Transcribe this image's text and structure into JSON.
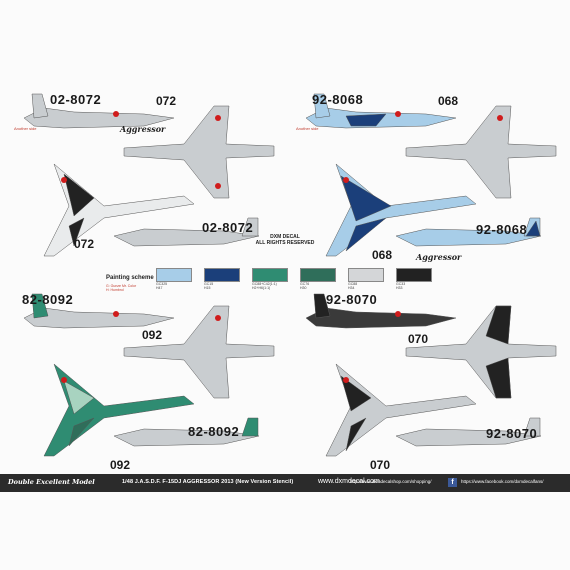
{
  "sheet": {
    "serials": {
      "q1": {
        "side": "02-8072",
        "nose": "072",
        "nose_lower": "072",
        "bottom": "02-8072"
      },
      "q2": {
        "side": "92-8068",
        "nose": "068",
        "nose_lower": "068",
        "bottom": "92-8068"
      },
      "q3": {
        "side": "82-8092",
        "nose": "092",
        "nose_lower": "092",
        "bottom": "82-8092"
      },
      "q4": {
        "side": "92-8070",
        "nose": "070",
        "nose_lower": "070",
        "bottom": "92-8070"
      }
    },
    "another_side": "Another side",
    "aggressor": "Aggressor",
    "center_logo_line1": "DXM DECAL",
    "center_logo_line2": "ALL RIGHTS RESERVED"
  },
  "painting_scheme": {
    "title": "Painting scheme",
    "swatches": [
      {
        "color": "#a7cde8",
        "label1": "GC325",
        "label2": "H47"
      },
      {
        "color": "#1b3f7a",
        "label1": "GC15",
        "label2": "H15"
      },
      {
        "color": "#2f8c72",
        "label1": "GC88+C42(1:1)",
        "label2": "H2+H6(1:1)"
      },
      {
        "color": "#2f6e5a",
        "label1": "GC76",
        "label2": "H30"
      },
      {
        "color": "#d4d6d8",
        "label1": "GC88",
        "label2": "H34"
      },
      {
        "color": "#222222",
        "label1": "GC33",
        "label2": "H33"
      }
    ],
    "note_line1": "G: Gunze Mr. Color",
    "note_line2": "H: Humbrol"
  },
  "footer": {
    "brand": "Double Excellent Model",
    "product": "1/48 J.A.S.D.F. F-15DJ AGGRESSOR 2013 (New Version Stencil)",
    "site": "www.dxmdecal.com",
    "shop": "http://www.dxmdecalshop.com/shopping/",
    "fb_icon": "f",
    "fb_url": "https://www.facebook.com/dxmdecalfans/"
  },
  "colors": {
    "ghost_gray": "#c9cdd0",
    "light_blue": "#a7cde8",
    "dark_blue": "#1b3f7a",
    "green": "#2f8c72",
    "black": "#222222",
    "hinomaru": "#d01c1c"
  }
}
